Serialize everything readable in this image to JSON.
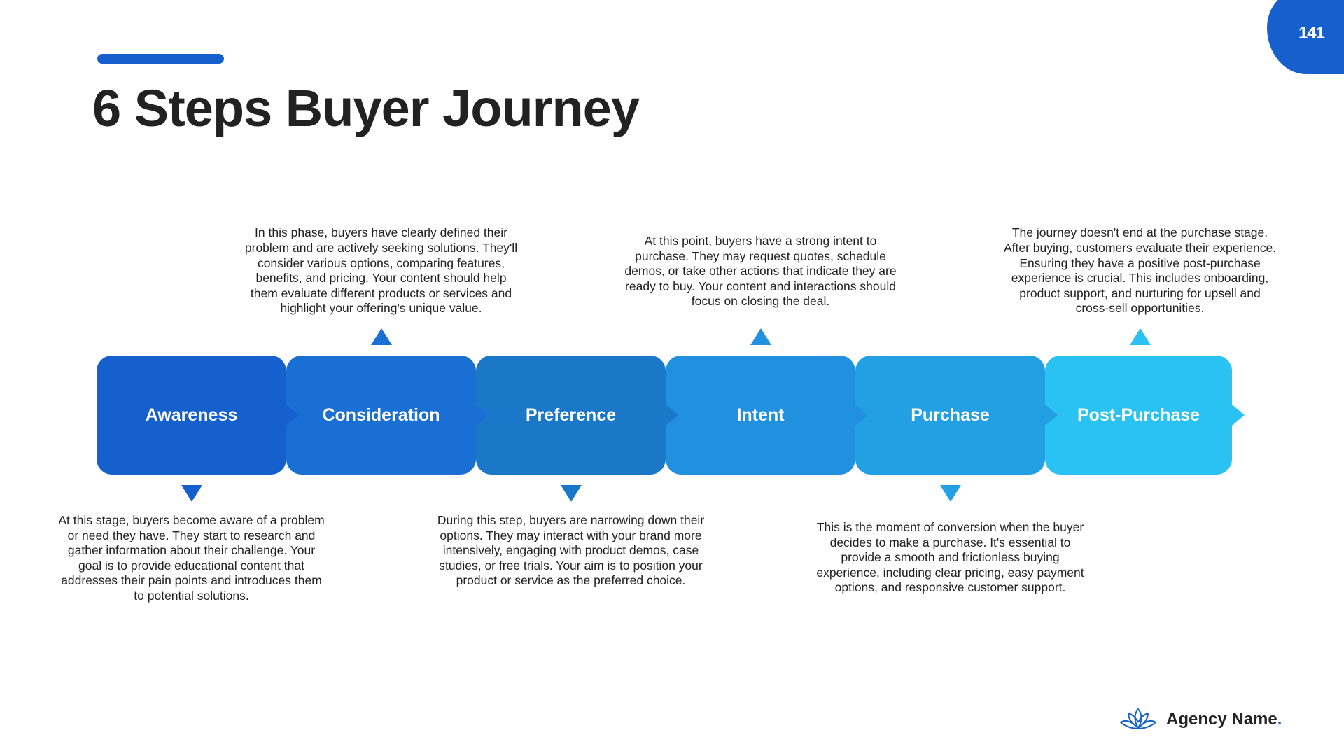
{
  "slide": {
    "page_number": "141",
    "title": "6 Steps Buyer Journey",
    "accent_color": "#1560cc"
  },
  "steps": [
    {
      "label": "Awareness",
      "color": "#1560cc",
      "pointer": "down",
      "description": "At this stage, buyers become aware of a problem or need they have. They start to research and gather information about their challenge. Your goal is to provide educational content that addresses their pain points and introduces them to potential solutions."
    },
    {
      "label": "Consideration",
      "color": "#1a6fd4",
      "pointer": "up",
      "description": "In this phase, buyers have clearly defined their problem and are actively seeking solutions. They'll consider various options, comparing features, benefits, and pricing. Your content should help them evaluate different products or services and highlight your offering's unique value."
    },
    {
      "label": "Preference",
      "color": "#1b78c8",
      "pointer": "down",
      "description": "During this step, buyers are narrowing down their options. They may interact with your brand more intensively, engaging with product demos, case studies, or free trials. Your aim is to position your product or service as the preferred choice."
    },
    {
      "label": "Intent",
      "color": "#2191df",
      "pointer": "up",
      "description": "At this point, buyers have a strong intent to purchase. They may request quotes, schedule demos, or take other actions that indicate they are ready to buy. Your content and interactions should focus on closing the deal."
    },
    {
      "label": "Purchase",
      "color": "#22a0e3",
      "pointer": "down",
      "description": "This is the moment of conversion when the buyer decides to make a purchase. It's essential to provide a smooth and frictionless buying experience, including clear pricing, easy payment options, and responsive customer support."
    },
    {
      "label": "Post-Purchase",
      "color": "#29c2f2",
      "pointer": "up",
      "description": "The journey doesn't end at the purchase stage. After buying, customers evaluate their experience. Ensuring they have a positive post-purchase experience is crucial. This includes onboarding, product support, and nurturing for upsell and cross-sell opportunities."
    }
  ],
  "footer": {
    "brand_name": "Agency Name",
    "brand_dot": ".",
    "logo_icon": "lotus-icon"
  }
}
